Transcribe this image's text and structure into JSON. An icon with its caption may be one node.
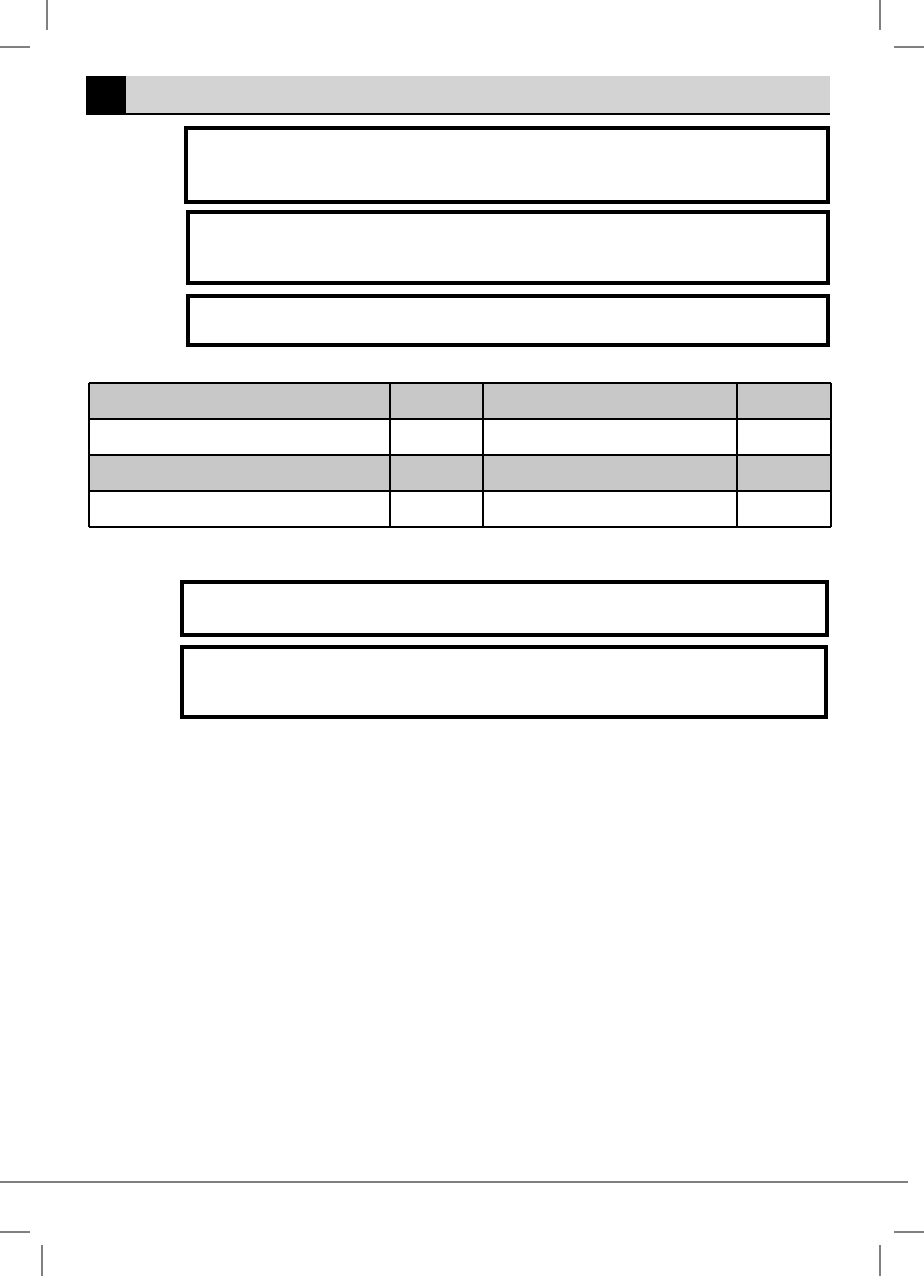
{
  "diagram": {
    "nodes": [
      {
        "text": [],
        "shape": "bar"
      },
      {
        "text": [],
        "shape": "box"
      },
      {
        "text": [],
        "shape": "box"
      },
      {
        "text": [],
        "shape": "box"
      },
      {
        "text": [],
        "shape": "box"
      },
      {
        "text": [],
        "shape": "box"
      }
    ]
  }
}
